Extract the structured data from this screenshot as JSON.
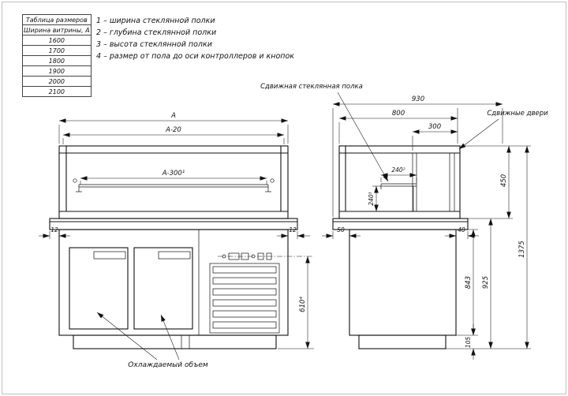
{
  "size_table": {
    "title": "Таблица размеров",
    "header": "Ширина витрины, А",
    "rows": [
      "1600",
      "1700",
      "1800",
      "1900",
      "2000",
      "2100"
    ]
  },
  "legend": {
    "items": [
      "1 – ширина стеклянной полки",
      "2 – глубина стеклянной полки",
      "3 – высота стеклянной полки",
      "4 – размер от пола до оси контроллеров и кнопок"
    ]
  },
  "labels": {
    "sliding_glass_shelf": "Сдвижная стеклянная полка",
    "sliding_doors": "Сдвижные двери",
    "cooled_volume": "Охлаждаемый объем"
  },
  "front_view": {
    "dim_width": "A",
    "dim_width_minus_20": "A-20",
    "dim_shelf_width": "A-300¹",
    "dim_overhang_left": "12",
    "dim_overhang_right": "12",
    "dim_controls_height": "610⁴"
  },
  "side_view": {
    "dim_depth_total": "930",
    "dim_depth_glass": "800",
    "dim_rear_section": "300",
    "dim_shelf_depth": "240²",
    "dim_shelf_height": "240³",
    "dim_glass_height": "450",
    "dim_front_overhang": "50",
    "dim_rear_overhang": "40",
    "dim_body_height": "843",
    "dim_counter_height": "925",
    "dim_plinth_height": "105",
    "dim_total_height": "1375"
  }
}
